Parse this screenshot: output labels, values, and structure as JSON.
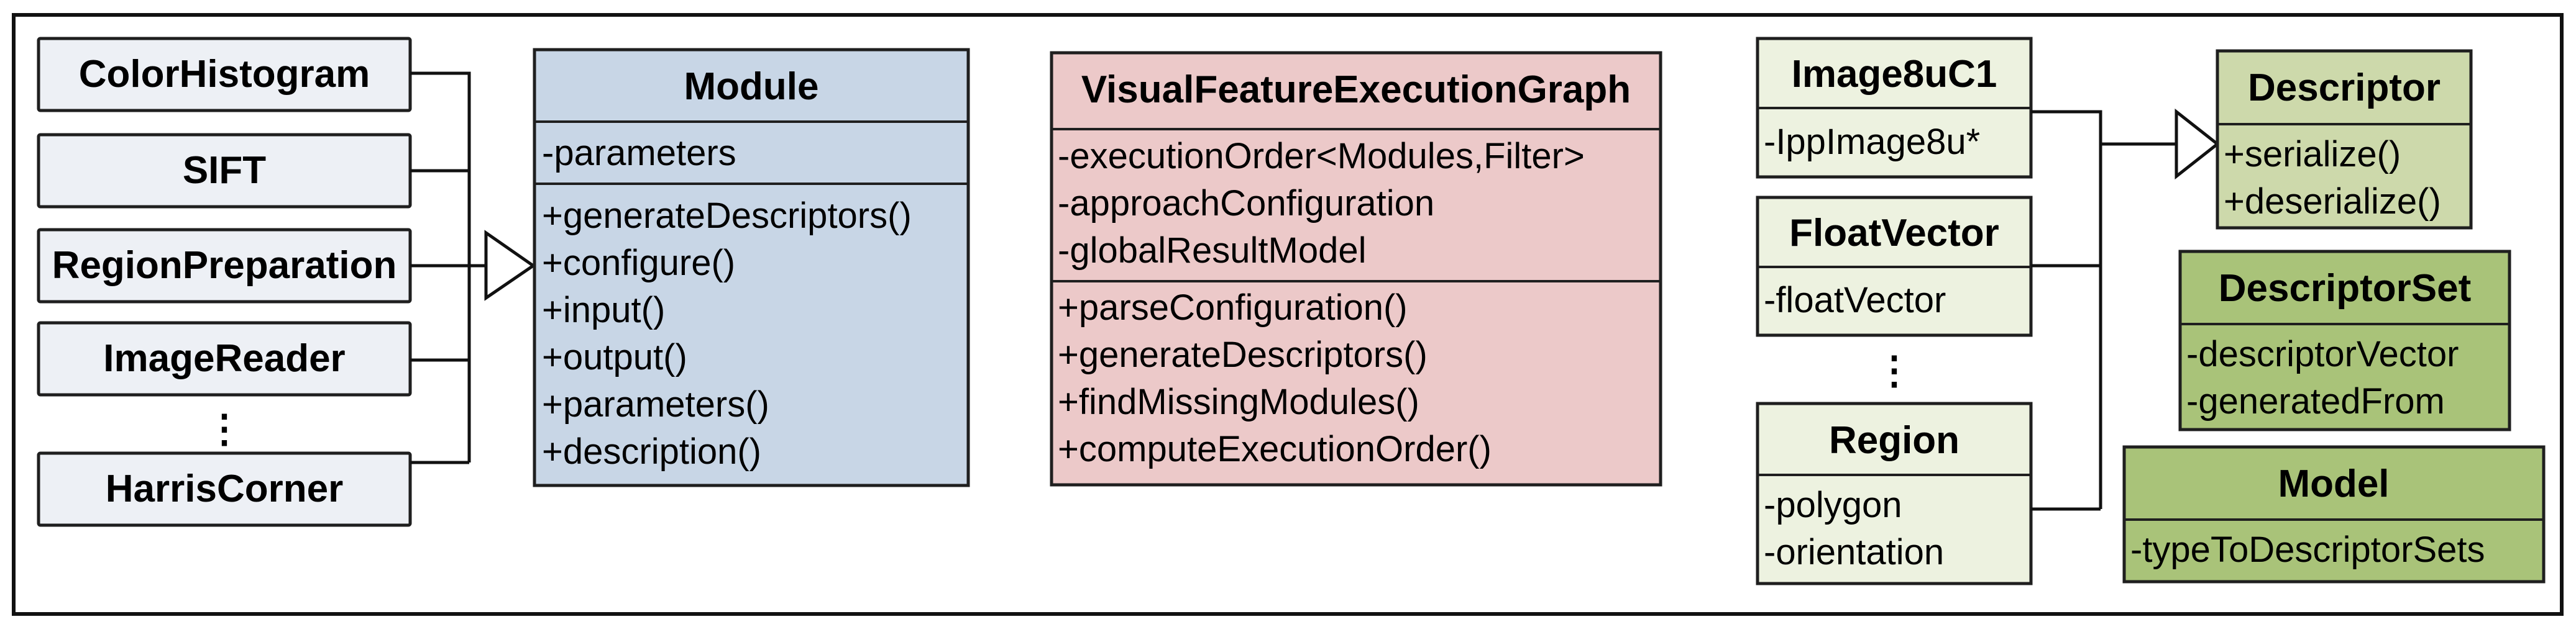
{
  "colors": {
    "module_fill": "#c8d6e6",
    "graph_fill": "#ecc9c9",
    "leaf_fill": "#edf0f5",
    "light_green": "#edf2e0",
    "mid_green": "#cdd9ab",
    "dark_green": "#a9c379"
  },
  "left_classes": [
    "ColorHistogram",
    "SIFT",
    "RegionPreparation",
    "ImageReader",
    "HarrisCorner"
  ],
  "left_ellipsis": "⋮",
  "module": {
    "name": "Module",
    "attributes": [
      "-parameters"
    ],
    "methods": [
      "+generateDescriptors()",
      "+configure()",
      "+input()",
      "+output()",
      "+parameters()",
      "+description()"
    ]
  },
  "graph": {
    "name": "VisualFeatureExecutionGraph",
    "attributes": [
      "-executionOrder<Modules,Filter>",
      "-approachConfiguration",
      "-globalResultModel"
    ],
    "methods": [
      "+parseConfiguration()",
      "+generateDescriptors()",
      "+findMissingModules()",
      "+computeExecutionOrder()"
    ]
  },
  "image8uc1": {
    "name": "Image8uC1",
    "attributes": [
      "-IppImage8u*"
    ]
  },
  "floatvector": {
    "name": "FloatVector",
    "attributes": [
      "-floatVector"
    ]
  },
  "right_ellipsis": "⋮",
  "region": {
    "name": "Region",
    "attributes": [
      "-polygon",
      "-orientation"
    ]
  },
  "descriptor": {
    "name": "Descriptor",
    "methods": [
      "+serialize()",
      "+deserialize()"
    ]
  },
  "descriptorset": {
    "name": "DescriptorSet",
    "attributes": [
      "-descriptorVector",
      "-generatedFrom"
    ]
  },
  "model": {
    "name": "Model",
    "attributes": [
      "-typeToDescriptorSets"
    ]
  }
}
